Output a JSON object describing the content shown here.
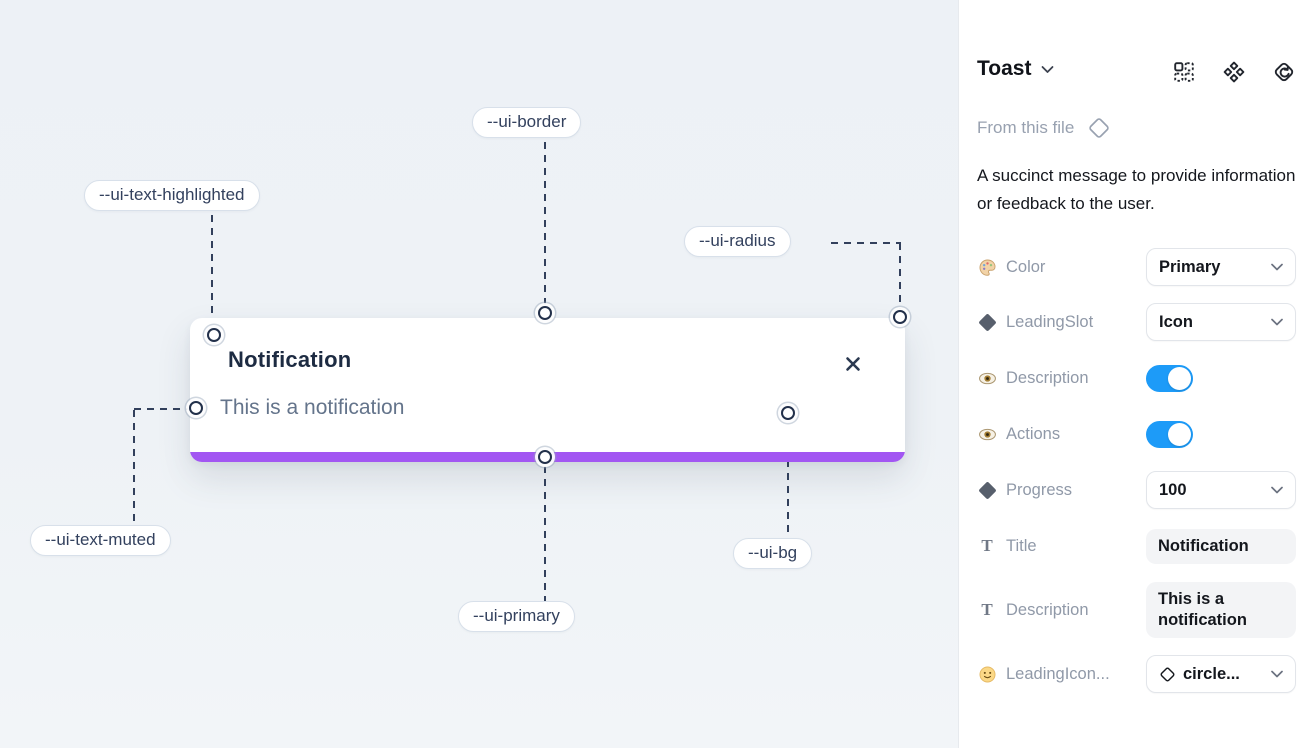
{
  "canvas": {
    "toast": {
      "title": "Notification",
      "description": "This is a notification",
      "close_icon": "x-icon",
      "progress_color": "#a256f2"
    },
    "chips": {
      "border": "--ui-border",
      "text_highlighted": "--ui-text-highlighted",
      "radius": "--ui-radius",
      "text_muted": "--ui-text-muted",
      "primary": "--ui-primary",
      "bg": "--ui-bg"
    },
    "colors": {
      "canvas_bg": "#edf1f6",
      "connector": "#32405c"
    }
  },
  "panel": {
    "title": "Toast",
    "header_icons": [
      "component-slots-icon",
      "variants-icon",
      "swap-instance-icon"
    ],
    "source_label": "From this file",
    "description": "A succinct message to provide information or feedback to the user.",
    "toggle_color": "#1d9bf8",
    "rows": [
      {
        "icon": "palette-icon",
        "label": "Color",
        "control": "select",
        "value": "Primary"
      },
      {
        "icon": "diamond-icon",
        "label": "LeadingSlot",
        "control": "select",
        "value": "Icon"
      },
      {
        "icon": "eye-icon",
        "label": "Description",
        "control": "toggle",
        "value": "on"
      },
      {
        "icon": "eye-icon",
        "label": "Actions",
        "control": "toggle",
        "value": "on"
      },
      {
        "icon": "diamond-icon",
        "label": "Progress",
        "control": "select",
        "value": "100"
      },
      {
        "icon": "text-icon",
        "label": "Title",
        "control": "text-field",
        "value": "Notification"
      },
      {
        "icon": "text-icon",
        "label": "Description",
        "control": "text-field",
        "value": "This is a notification"
      },
      {
        "icon": "face-icon",
        "label": "LeadingIcon...",
        "control": "select",
        "value": "circle..."
      }
    ]
  }
}
